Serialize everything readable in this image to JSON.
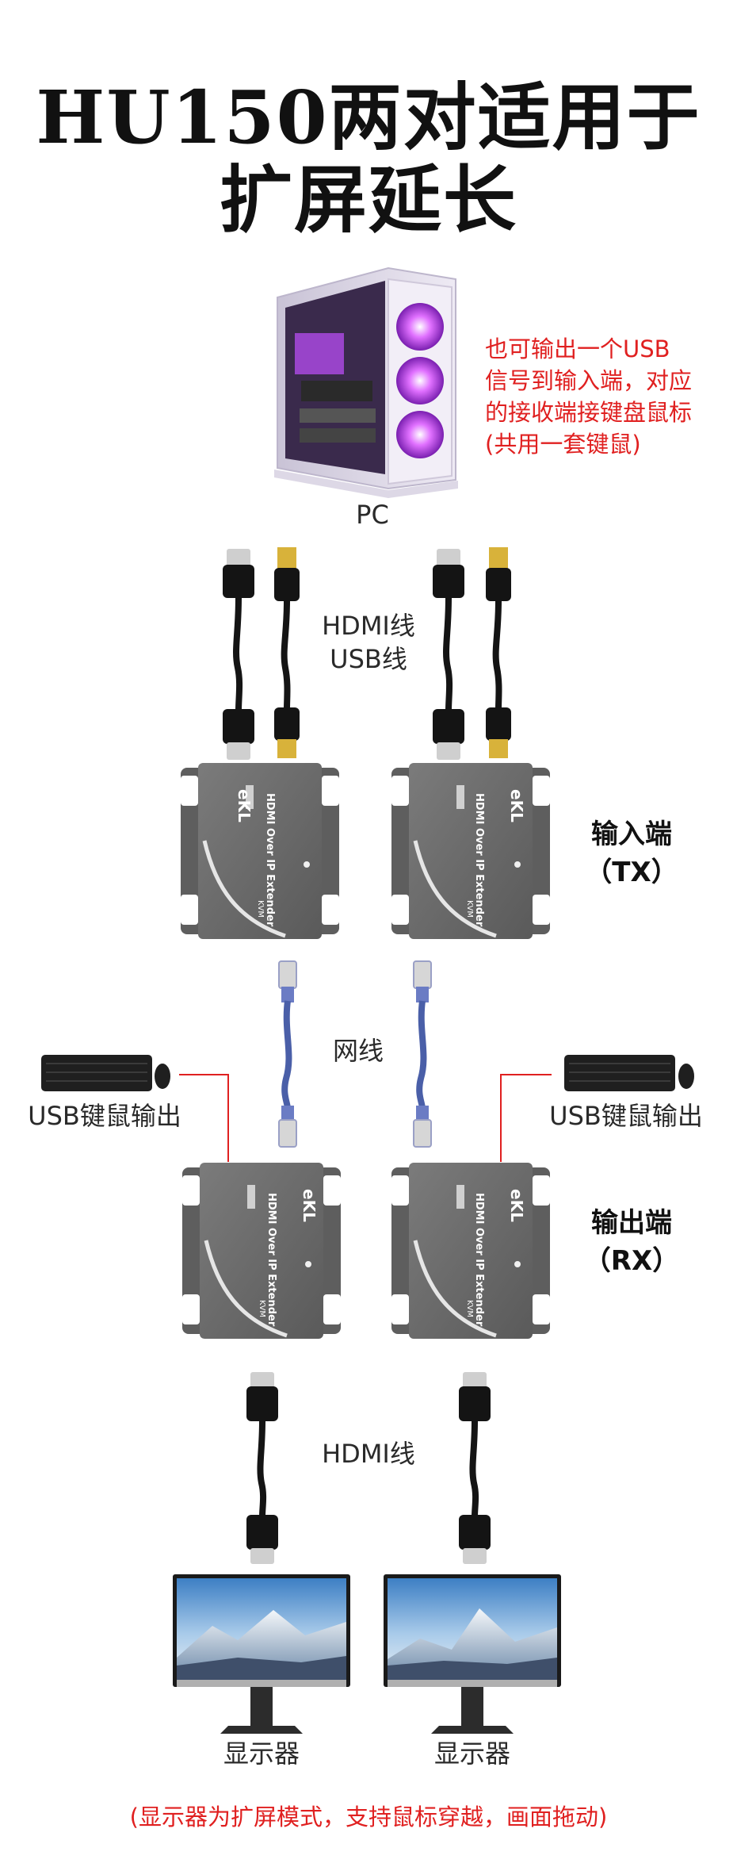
{
  "title": {
    "line1": "HU150两对适用于",
    "line2": "扩屏延长"
  },
  "pc": {
    "label": "PC",
    "note_lines": [
      "也可输出一个USB",
      "信号到输入端，对应",
      "的接收端接键盘鼠标",
      "(共用一套键鼠)"
    ]
  },
  "cables_top": {
    "line1": "HDMI线",
    "line2": "USB线"
  },
  "device": {
    "brand": "eKL",
    "model_line1": "HDMI Over IP Extender",
    "model_line2": "KVM"
  },
  "tx": {
    "line1": "输入端",
    "line2": "（TX）"
  },
  "network": {
    "label": "网线"
  },
  "usb_out": {
    "left": "USB键鼠输出",
    "right": "USB键鼠输出"
  },
  "rx": {
    "line1": "输出端",
    "line2": "（RX）"
  },
  "cables_bottom": {
    "label": "HDMI线"
  },
  "monitors": {
    "left": "显示器",
    "right": "显示器"
  },
  "footer": {
    "note": "(显示器为扩屏模式，支持鼠标穿越，画面拖动)"
  },
  "colors": {
    "accent_red": "#e02020",
    "device_gray": "#6c6c6c",
    "cable_blue": "#4a5fa8"
  }
}
